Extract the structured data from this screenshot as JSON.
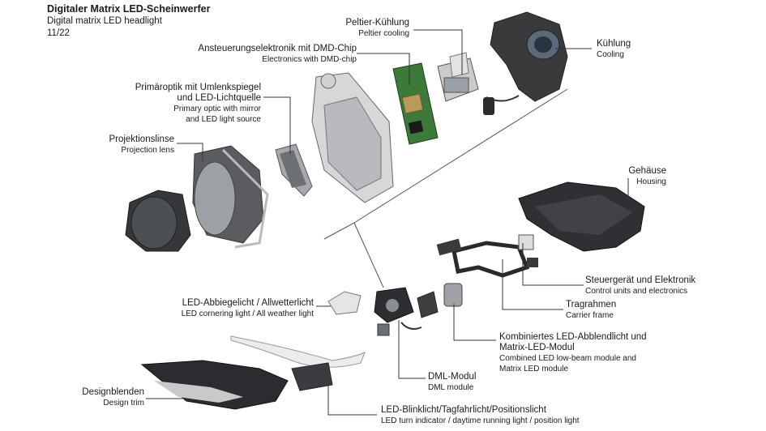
{
  "header": {
    "title": "Digitaler Matrix LED-Scheinwerfer",
    "subtitle": "Digital matrix LED headlight",
    "date": "11/22"
  },
  "labels": {
    "peltier": {
      "de": "Peltier-Kühlung",
      "en": "Peltier cooling"
    },
    "dmd": {
      "de": "Ansteuerungselektronik mit DMD-Chip",
      "en": "Electronics with DMD-chip"
    },
    "kuehlung": {
      "de": "Kühlung",
      "en": "Cooling"
    },
    "primaer_de1": "Primäroptik mit Umlenkspiegel",
    "primaer_de2": "und LED-Lichtquelle",
    "primaer_en1": "Primary optic with mirror",
    "primaer_en2": "and LED light source",
    "projektion": {
      "de": "Projektionslinse",
      "en": "Projection lens"
    },
    "gehaeuse": {
      "de": "Gehäuse",
      "en": "Housing"
    },
    "steuer": {
      "de": "Steuergerät und Elektronik",
      "en": "Control units and electronics"
    },
    "abbiege": {
      "de": "LED-Abbiegelicht / Allwetterlicht",
      "en": "LED cornering light / All weather light"
    },
    "trag": {
      "de": "Tragrahmen",
      "en": "Carrier frame"
    },
    "kombi_de1": "Kombiniertes LED-Abblendlicht und",
    "kombi_de2": "Matrix-LED-Modul",
    "kombi_en1": "Combined LED low-beam module and",
    "kombi_en2": "Matrix LED module",
    "dml": {
      "de": "DML-Modul",
      "en": "DML module"
    },
    "design": {
      "de": "Designblenden",
      "en": "Design trim"
    },
    "blink": {
      "de": "LED-Blinklicht/Tagfahrlicht/Positionslicht",
      "en": "LED turn indicator / daytime running light / position light"
    }
  }
}
